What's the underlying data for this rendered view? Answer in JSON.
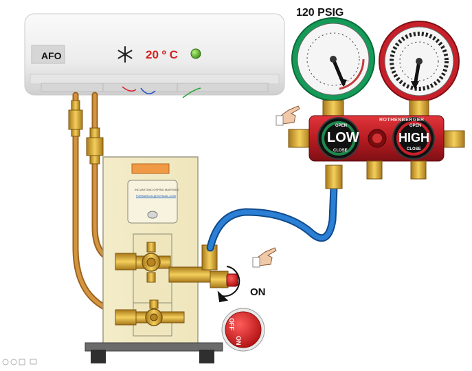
{
  "ac_unit": {
    "mode_label": "AFO",
    "temperature": "20 º C",
    "mode_icon": "snowflake-icon",
    "status_led_color": "#5cb82e",
    "temp_color": "#d42020"
  },
  "gauges": {
    "pressure_reading": "120 PSIG",
    "low_gauge_color": "#159a58",
    "high_gauge_color": "#c8202a"
  },
  "manifold": {
    "brand": "ROTHENBERGER",
    "low_label": "LOW",
    "high_label": "HIGH",
    "open_label": "OPEN",
    "close_label": "CLOSE"
  },
  "service_valve": {
    "state_label": "ON",
    "switch_off_label": "OFF",
    "switch_on_label": "ON"
  },
  "condenser": {
    "plate_line1": "ING ANTONIO OSPINO MARTINEZ",
    "plate_line2": "FORMARCOL@HOTMAIL.COM"
  },
  "colors": {
    "hose_blue": "#1e6fc4",
    "copper": "#c98a3a",
    "brass": "#d8a52a",
    "manifold_red": "#c51e26"
  }
}
